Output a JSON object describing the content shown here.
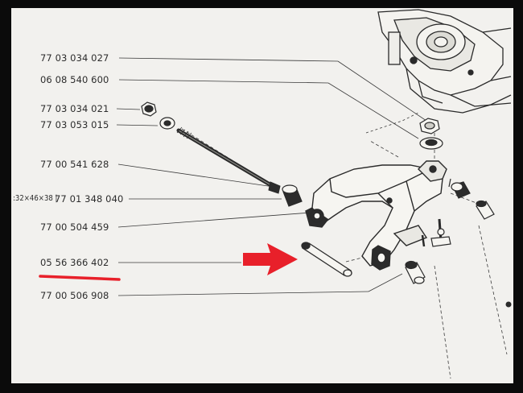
{
  "parts": [
    {
      "number": "77 03 034 027"
    },
    {
      "number": "06 08 540 600"
    },
    {
      "number": "77 03 034 021"
    },
    {
      "number": "77 03 053 015"
    },
    {
      "number": "77 00 541 628"
    },
    {
      "number": "77 01 348 040"
    },
    {
      "number": "77 00 504 459"
    },
    {
      "number": "05 56 366 402"
    },
    {
      "number": "77 00 506 908"
    }
  ],
  "dimension_label": "32×46×38",
  "highlight": {
    "part_number": "05 56 366 402",
    "arrow_color": "#e8202a",
    "underline_color": "#e8202a"
  },
  "colors": {
    "paper": "#f2f1ee",
    "ink": "#2c2c2c",
    "frame": "#0b0b0b"
  }
}
